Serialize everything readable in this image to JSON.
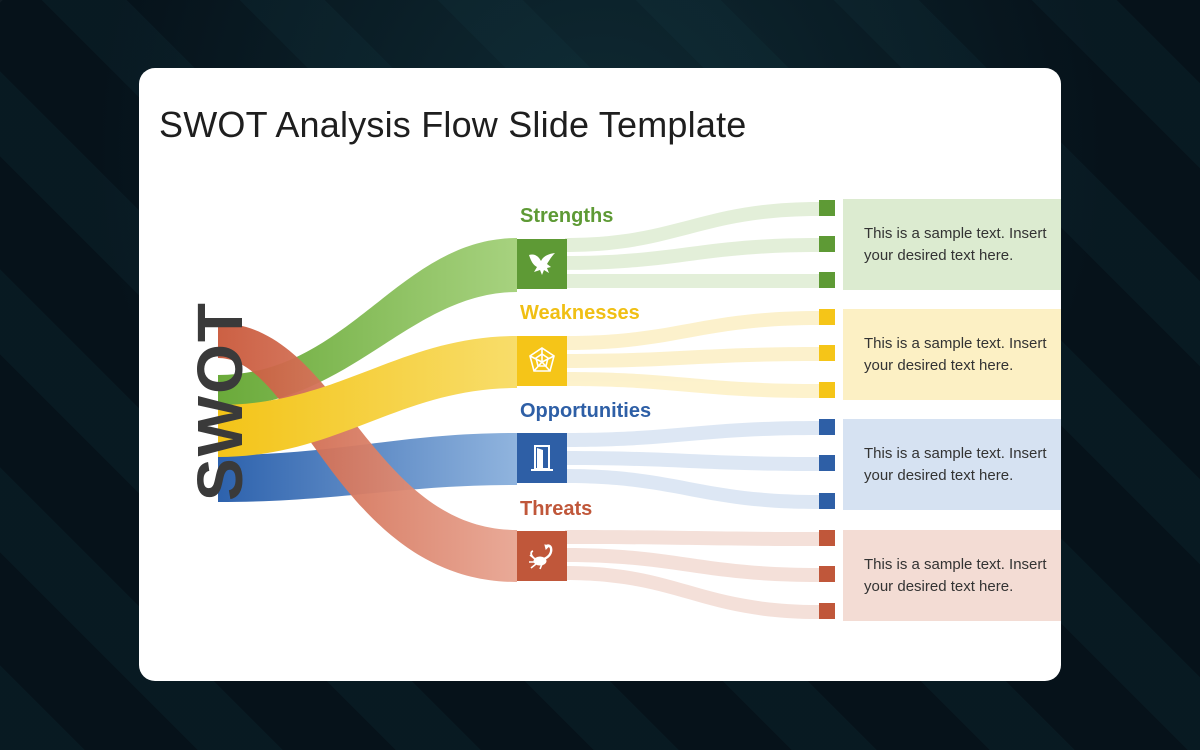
{
  "slide": {
    "title": "SWOT Analysis Flow Slide Template",
    "swot_word": "SWOT"
  },
  "categories": [
    {
      "key": "strengths",
      "label": "Strengths",
      "icon": "eagle-icon",
      "color": "#5e9a35",
      "light": "#dcebd0",
      "description": "This is a sample text. Insert your desired text here."
    },
    {
      "key": "weaknesses",
      "label": "Weaknesses",
      "icon": "spiderweb-icon",
      "color": "#f5c518",
      "light": "#fcf0c4",
      "description": "This is a sample text. Insert your desired text here."
    },
    {
      "key": "opportunities",
      "label": "Opportunities",
      "icon": "door-icon",
      "color": "#2e5fa6",
      "light": "#d6e2f2",
      "description": "This is a sample text. Insert your desired text here."
    },
    {
      "key": "threats",
      "label": "Threats",
      "icon": "scorpion-icon",
      "color": "#c0573a",
      "light": "#f3dcd4",
      "description": "This is a sample text. Insert your desired text here."
    }
  ]
}
